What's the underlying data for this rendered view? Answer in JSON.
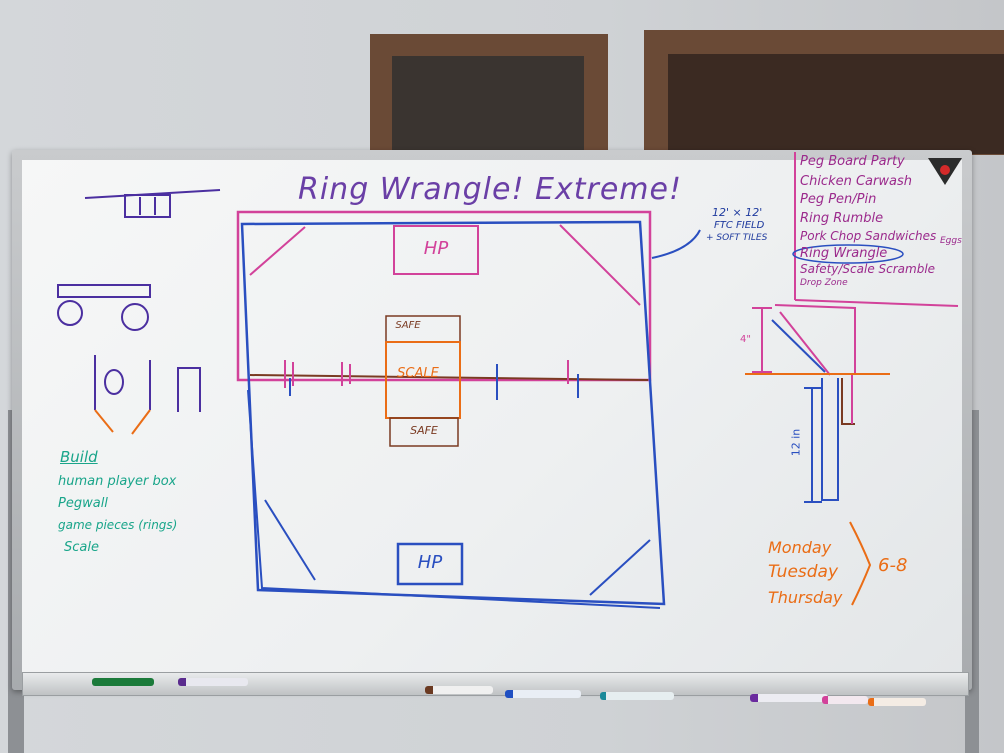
{
  "board": {
    "title": "Ring Wrangle! Extreme!",
    "field_note": [
      "12' × 12'",
      "FTC FIELD",
      "+ SOFT TILES"
    ],
    "zones": {
      "hp_top": "HP",
      "hp_bottom": "HP",
      "safe_top": "SAFE",
      "scale": "SCALE",
      "safe_bottom": "SAFE"
    },
    "game_list": [
      "Peg Board Party",
      "Chicken Carwash",
      "Peg Pen/Pin",
      "Ring Rumble",
      "Pork Chop Sandwiches",
      "Ring Wrangle",
      "Safety/Scale Scramble",
      "Drop Zone"
    ],
    "list_note": "Eggs",
    "build": {
      "heading": "Build",
      "items": [
        "human player box",
        "Pegwall",
        "game pieces (rings)",
        "Scale"
      ]
    },
    "schedule": {
      "days": [
        "Monday",
        "Tuesday",
        "Thursday"
      ],
      "time": "6-8"
    },
    "dimensions": {
      "height_label": "12 in",
      "small_label": "4\""
    }
  },
  "colors": {
    "purple": "#6a3fa6",
    "magenta": "#d2429a",
    "blue": "#2a4fc0",
    "brown": "#7a3a22",
    "orange": "#ea6d16",
    "green": "#19a58a"
  }
}
